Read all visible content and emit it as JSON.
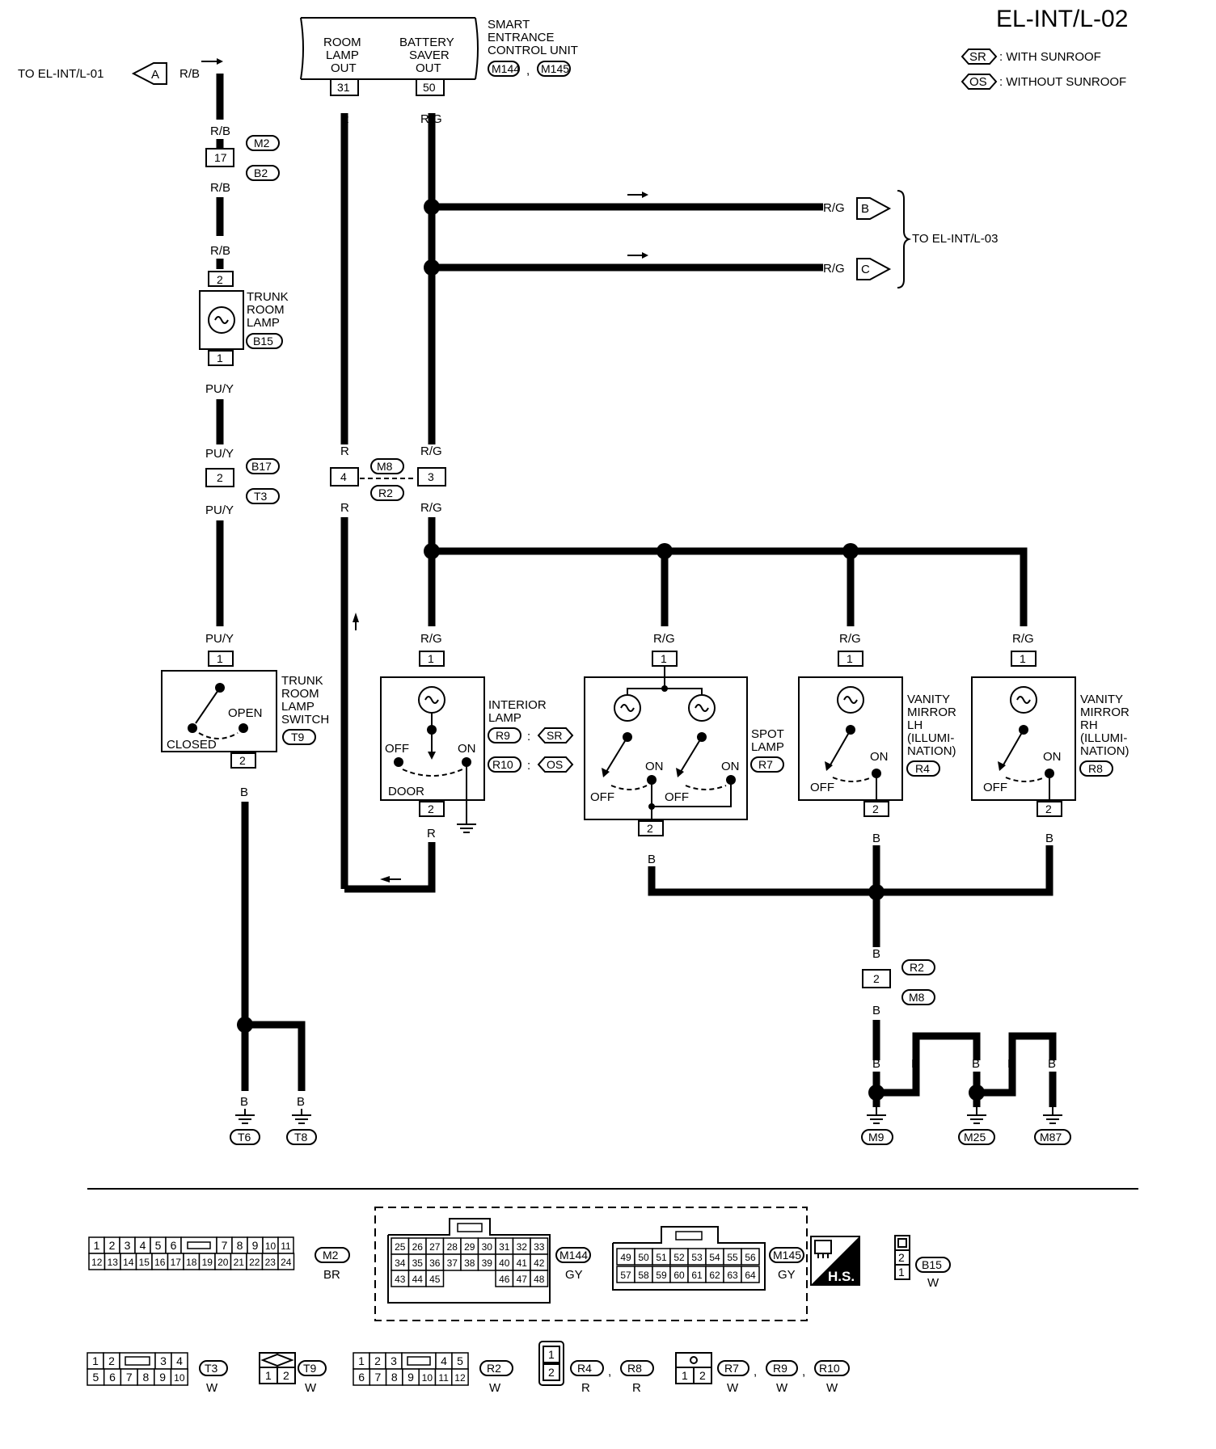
{
  "page_id": "EL-INT/L-02",
  "legend": {
    "sr": {
      "tag": "SR",
      "text": ": WITH SUNROOF"
    },
    "os": {
      "tag": "OS",
      "text": ": WITHOUT SUNROOF"
    }
  },
  "to_l01": {
    "text": "TO EL-INT/L-01",
    "tag": "A",
    "wire": "R/B"
  },
  "to_l03": {
    "text": "TO EL-INT/L-03",
    "b_tag": "B",
    "c_tag": "C",
    "wire": "R/G"
  },
  "control_unit": {
    "name_l1": "SMART",
    "name_l2": "ENTRANCE",
    "name_l3": "CONTROL UNIT",
    "conn1": "M144",
    "conn2": "M145",
    "out1_l1": "ROOM",
    "out1_l2": "LAMP",
    "out1_l3": "OUT",
    "out1_pin": "31",
    "out1_wire": "R",
    "out2_l1": "BATTERY",
    "out2_l2": "SAVER",
    "out2_l3": "OUT",
    "out2_pin": "50",
    "out2_wire": "R/G"
  },
  "wires": {
    "rb": "R/B",
    "puy": "PU/Y",
    "r": "R",
    "rg": "R/G",
    "b": "B"
  },
  "connectors": {
    "m2": "M2",
    "b2": "B2",
    "p17": "17",
    "b17": "B17",
    "t3": "T3",
    "p2": "2",
    "m8": "M8",
    "r2": "R2",
    "p4": "4",
    "p3": "3",
    "b15": "B15",
    "p1": "1"
  },
  "trunk_lamp": {
    "l1": "TRUNK",
    "l2": "ROOM",
    "l3": "LAMP",
    "conn": "B15"
  },
  "trunk_switch": {
    "l1": "TRUNK",
    "l2": "ROOM",
    "l3": "LAMP",
    "l4": "SWITCH",
    "conn": "T9",
    "open": "OPEN",
    "closed": "CLOSED"
  },
  "interior_lamp": {
    "l1": "INTERIOR",
    "l2": "LAMP",
    "c1": "R9",
    "c2": "R10",
    "sr": "SR",
    "os": "OS",
    "off": "OFF",
    "on": "ON",
    "door": "DOOR"
  },
  "spot_lamp": {
    "l1": "SPOT",
    "l2": "LAMP",
    "conn": "R7",
    "off": "OFF",
    "on": "ON"
  },
  "vanity_lh": {
    "l1": "VANITY",
    "l2": "MIRROR",
    "l3": "LH",
    "l4": "(ILLUMI-",
    "l5": "NATION)",
    "conn": "R4",
    "off": "OFF",
    "on": "ON"
  },
  "vanity_rh": {
    "l1": "VANITY",
    "l2": "MIRROR",
    "l3": "RH",
    "l4": "(ILLUMI-",
    "l5": "NATION)",
    "conn": "R8",
    "off": "OFF",
    "on": "ON"
  },
  "grounds": {
    "t6": "T6",
    "t8": "T8",
    "m9": "M9",
    "m25": "M25",
    "m87": "M87",
    "r2": "R2",
    "m8": "M8"
  },
  "conn_views": {
    "m2": {
      "row1": [
        "1",
        "2",
        "3",
        "4",
        "5",
        "6",
        "7",
        "8",
        "9",
        "10",
        "11"
      ],
      "row2": [
        "12",
        "13",
        "14",
        "15",
        "16",
        "17",
        "18",
        "19",
        "20",
        "21",
        "22",
        "23",
        "24"
      ],
      "name": "M2",
      "color": "BR"
    },
    "m144": {
      "row1": [
        "25",
        "26",
        "27",
        "28",
        "29",
        "30",
        "31",
        "32",
        "33"
      ],
      "row2": [
        "34",
        "35",
        "36",
        "37",
        "38",
        "39",
        "40",
        "41",
        "42"
      ],
      "row3": [
        "43",
        "44",
        "45",
        "46",
        "47",
        "48"
      ],
      "name": "M144",
      "color": "GY"
    },
    "m145": {
      "row1": [
        "49",
        "50",
        "51",
        "52",
        "53",
        "54",
        "55",
        "56"
      ],
      "row2": [
        "57",
        "58",
        "59",
        "60",
        "61",
        "62",
        "63",
        "64"
      ],
      "name": "M145",
      "color": "GY"
    },
    "hs": "H.S.",
    "b15": {
      "pins": [
        "2",
        "1"
      ],
      "name": "B15",
      "color": "W"
    },
    "t3": {
      "row1": [
        "1",
        "2",
        "3",
        "4"
      ],
      "row2": [
        "5",
        "6",
        "7",
        "8",
        "9",
        "10"
      ],
      "name": "T3",
      "color": "W"
    },
    "t9": {
      "pins": [
        "1",
        "2"
      ],
      "name": "T9",
      "color": "W"
    },
    "r2": {
      "row1": [
        "1",
        "2",
        "3",
        "4",
        "5"
      ],
      "row2": [
        "6",
        "7",
        "8",
        "9",
        "10",
        "11",
        "12"
      ],
      "name": "R2",
      "color": "W"
    },
    "r4r8": {
      "pins": [
        "1",
        "2"
      ],
      "name1": "R4",
      "color1": "R",
      "name2": "R8",
      "color2": "R"
    },
    "r7": {
      "pins": [
        "1",
        "2"
      ],
      "name1": "R7",
      "color1": "W",
      "name2": "R9",
      "color2": "W",
      "name3": "R10",
      "color3": "W"
    }
  }
}
